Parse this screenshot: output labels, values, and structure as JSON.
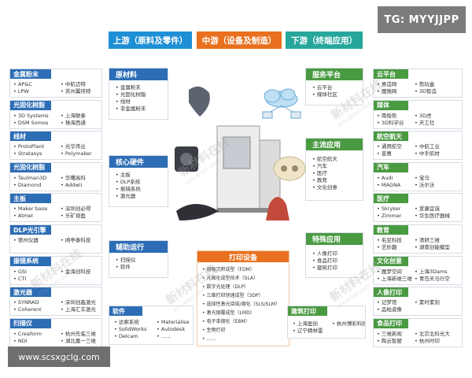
{
  "tg_label": "TG: MYYJJPP",
  "url_label": "www.scsxgclg.com",
  "headers": {
    "upstream": "上游（原料及零件）",
    "midstream": "中游（设备及制造）",
    "downstream": "下游（终端应用）"
  },
  "colors": {
    "upstream": "#1e8fd5",
    "midstream": "#e8701e",
    "downstream": "#27a69c"
  },
  "watermark": {
    "line1": "新材料在线",
    "line2": "xincailiao.com"
  },
  "left": [
    {
      "title": "金属粉末",
      "col1": [
        "AP&C",
        "LPW"
      ],
      "col2": [
        "中航迈特",
        "苏州翼纬特"
      ]
    },
    {
      "title": "光固化树脂",
      "col1": [
        "3D Systems",
        "DSM Somos"
      ],
      "col2": [
        "上海联泰",
        "珠海西通"
      ]
    },
    {
      "title": "线材",
      "col1": [
        "ProtoPlant",
        "Stratasys"
      ],
      "col2": [
        "光华伟业",
        "Polymaker"
      ]
    },
    {
      "title": "光固化树脂",
      "col1": [
        "Taulman3D",
        "Diamond"
      ],
      "col2": [
        "华曙高科",
        "Addwii"
      ]
    },
    {
      "title": "主板",
      "col1": [
        "Maker base",
        "Atmel"
      ],
      "col2": [
        "深圳创必得",
        "乐矿视盈"
      ]
    },
    {
      "title": "DLP光引擎",
      "col1": [
        "德州仪器"
      ],
      "col2": [
        "闻亭泰科技"
      ]
    },
    {
      "title": "振镜系统",
      "col1": [
        "GSI",
        "CTI"
      ],
      "col2": [
        "金海创科技"
      ]
    },
    {
      "title": "激光器",
      "col1": [
        "SYNRAD",
        "Coherent"
      ],
      "col2": [
        "深圳创鑫激光",
        "上海汇丰激光"
      ]
    },
    {
      "title": "扫描仪",
      "col1": [
        "Creaform",
        "NDI"
      ],
      "col2": [
        "杭州先临三维",
        "湖北嘉一三维"
      ]
    }
  ],
  "mid": {
    "raw": {
      "title": "原材料",
      "items": [
        "金属粉末",
        "光固化树脂",
        "线材",
        "非金属粉末"
      ]
    },
    "core": {
      "title": "核心硬件",
      "items": [
        "主板",
        "DLP系统",
        "振镜系统",
        "激光器"
      ]
    },
    "aux": {
      "title": "辅助运行",
      "items": [
        "扫描仪",
        "软件"
      ]
    },
    "software": {
      "title": "软件",
      "col1": [
        "达索系统",
        "SolidWorks",
        "Delcam"
      ],
      "col2": [
        "Materialise",
        "Autodesk",
        "......"
      ]
    },
    "equipment": {
      "title": "打印设备",
      "items": [
        "熔融沉积成型（FDM）",
        "光固化成型技术（SLA）",
        "数字光处理（DLP）",
        "三维打印快速成型（3DP）",
        "选择性激光烧结/熔化（SLS/SLM）",
        "激光熔覆成型（LMD）",
        "电子束熔化（EBM）",
        "生物打印",
        "......"
      ]
    },
    "service": {
      "title": "服务平台",
      "items": [
        "云平台",
        "媒体社区"
      ]
    },
    "mainapp": {
      "title": "主流应用",
      "items": [
        "航空航天",
        "汽车",
        "医疗",
        "教育",
        "文化创意"
      ]
    },
    "special": {
      "title": "特殊应用",
      "items": [
        "人像打印",
        "食品打印",
        "建筑打印"
      ]
    },
    "building": {
      "title": "建筑打印",
      "col1": [
        "上海盈创",
        "辽宁精林雷"
      ],
      "col2": [
        "杭州博彩科技"
      ]
    }
  },
  "right": [
    {
      "title": "云平台",
      "col1": [
        "意造网",
        "魔猴网"
      ],
      "col2": [
        "熊玩盒",
        "3D智造"
      ]
    },
    {
      "title": "媒体",
      "col1": [
        "南极熊",
        "3D科学谷"
      ],
      "col2": [
        "3D虎",
        "天工社"
      ]
    },
    {
      "title": "航空航天",
      "col1": [
        "通用航空",
        "普惠"
      ],
      "col2": [
        "中航工业",
        "中手航材"
      ]
    },
    {
      "title": "汽车",
      "col1": [
        "Audi",
        "MAGNA"
      ],
      "col2": [
        "宝马",
        "沃尔沃"
      ]
    },
    {
      "title": "医疗",
      "col1": [
        "Skryker",
        "Zimmer"
      ],
      "col2": [
        "爱康宜诚",
        "华生医疗器械"
      ]
    },
    {
      "title": "教育",
      "col1": [
        "毛豆科技",
        "艺妙趣"
      ],
      "col2": [
        "清研三维",
        "湖南创能模型"
      ]
    },
    {
      "title": "文化创意",
      "col1": [
        "魔梦空间",
        "上海新维三维"
      ],
      "col2": [
        "上海3Dams",
        "青岛天马行空"
      ]
    },
    {
      "title": "人像打印",
      "col1": [
        "记梦馆",
        "品柏道像"
      ],
      "col2": [
        "素时素刻"
      ]
    },
    {
      "title": "食品打印",
      "col1": [
        "三维新视",
        "陶云智厨"
      ],
      "col2": [
        "北京北科光大",
        "杭州时印"
      ]
    }
  ]
}
